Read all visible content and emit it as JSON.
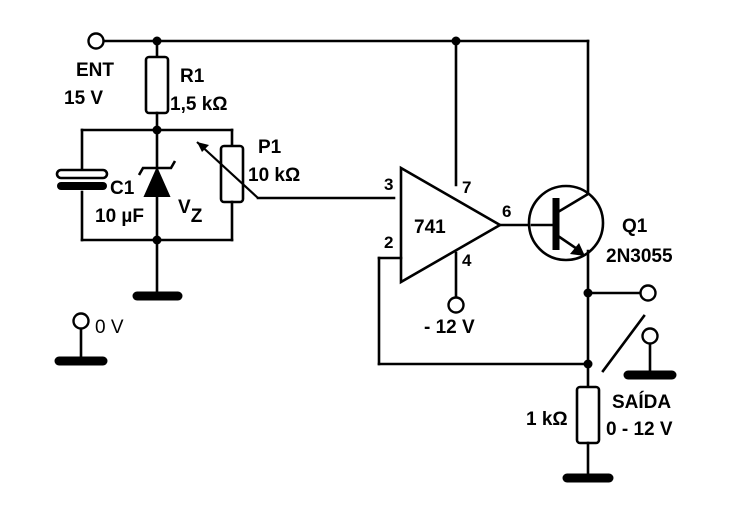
{
  "labels": {
    "input_name": "ENT",
    "input_voltage": "15 V",
    "r1_name": "R1",
    "r1_value": "1,5 kΩ",
    "p1_name": "P1",
    "p1_value": "10 kΩ",
    "c1_name": "C1",
    "c1_value": "10 µF",
    "zener_v": "V",
    "zener_sub": "Z",
    "ground_label": "0 V",
    "opamp_model": "741",
    "pin_3": "3",
    "pin_2": "2",
    "pin_7": "7",
    "pin_6": "6",
    "pin_4": "4",
    "neg_supply": "- 12 V",
    "q1_name": "Q1",
    "q1_model": "2N3055",
    "r_out_value": "1 kΩ",
    "output_name": "SAÍDA",
    "output_range": "0 - 12 V"
  }
}
